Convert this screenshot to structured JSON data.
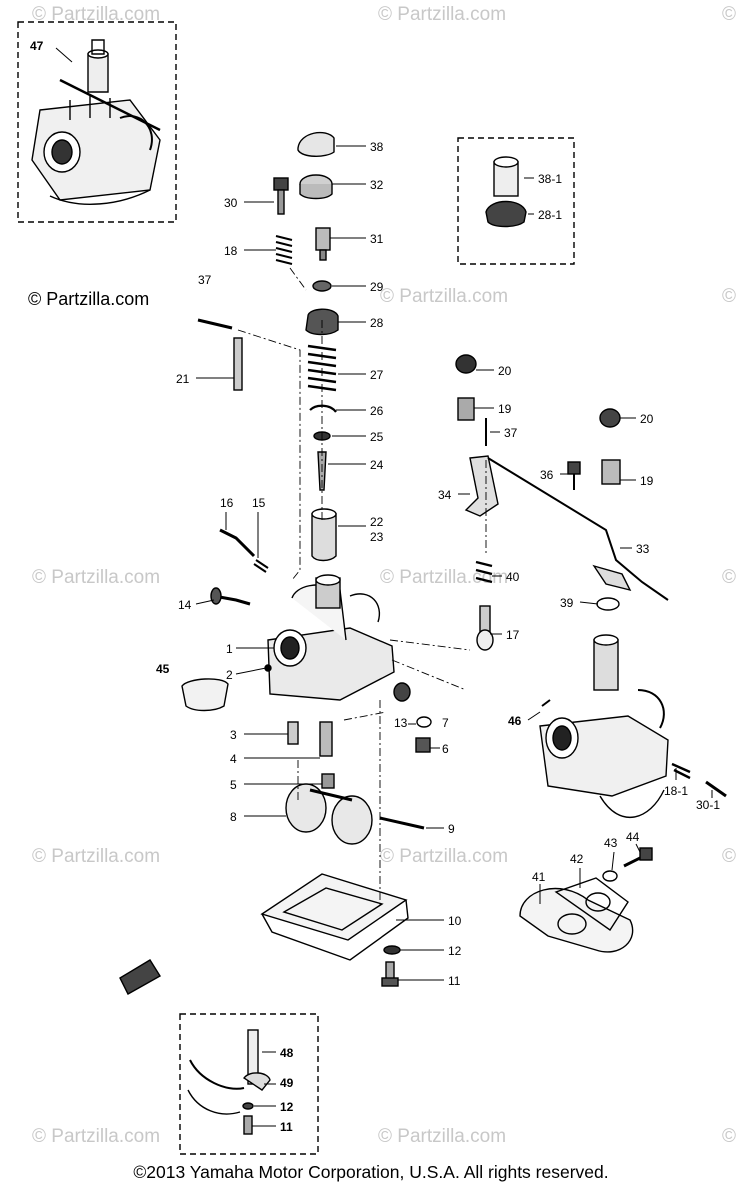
{
  "watermark": "© Partzilla.com",
  "watermark_fragment": "©",
  "copyright": "©2013 Yamaha Motor Corporation, U.S.A. All rights reserved.",
  "callouts": [
    "47",
    "38",
    "32",
    "30",
    "31",
    "18",
    "37",
    "29",
    "28",
    "21",
    "27",
    "26",
    "25",
    "24",
    "16",
    "15",
    "22",
    "23",
    "14",
    "1",
    "45",
    "2",
    "13",
    "7",
    "3",
    "4",
    "6",
    "5",
    "8",
    "9",
    "10",
    "12",
    "11",
    "48",
    "49",
    "12",
    "11",
    "38-1",
    "28-1",
    "20",
    "19",
    "37",
    "20",
    "36",
    "19",
    "34",
    "33",
    "40",
    "39",
    "17",
    "46",
    "18-1",
    "30-1",
    "44",
    "43",
    "42",
    "41"
  ]
}
